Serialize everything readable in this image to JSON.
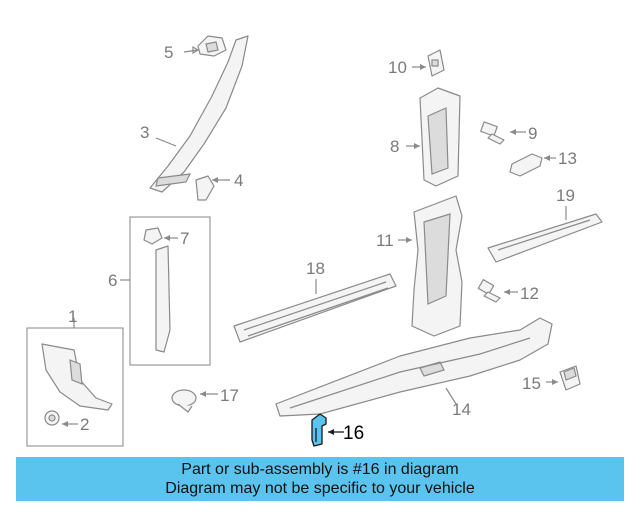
{
  "diagram": {
    "callouts": {
      "c1": "1",
      "c2": "2",
      "c3": "3",
      "c4": "4",
      "c5": "5",
      "c6": "6",
      "c7": "7",
      "c8": "8",
      "c9": "9",
      "c10": "10",
      "c11": "11",
      "c12": "12",
      "c13": "13",
      "c14": "14",
      "c15": "15",
      "c16": "16",
      "c17": "17",
      "c18": "18",
      "c19": "19"
    },
    "highlighted_part": "16",
    "colors": {
      "highlight": "#5bc4ee",
      "line": "#8a8a8a",
      "label": "#7a7a7a"
    }
  },
  "banner": {
    "line1": "Part or sub-assembly is #16 in diagram",
    "line2": "Diagram may not be specific to your vehicle"
  }
}
